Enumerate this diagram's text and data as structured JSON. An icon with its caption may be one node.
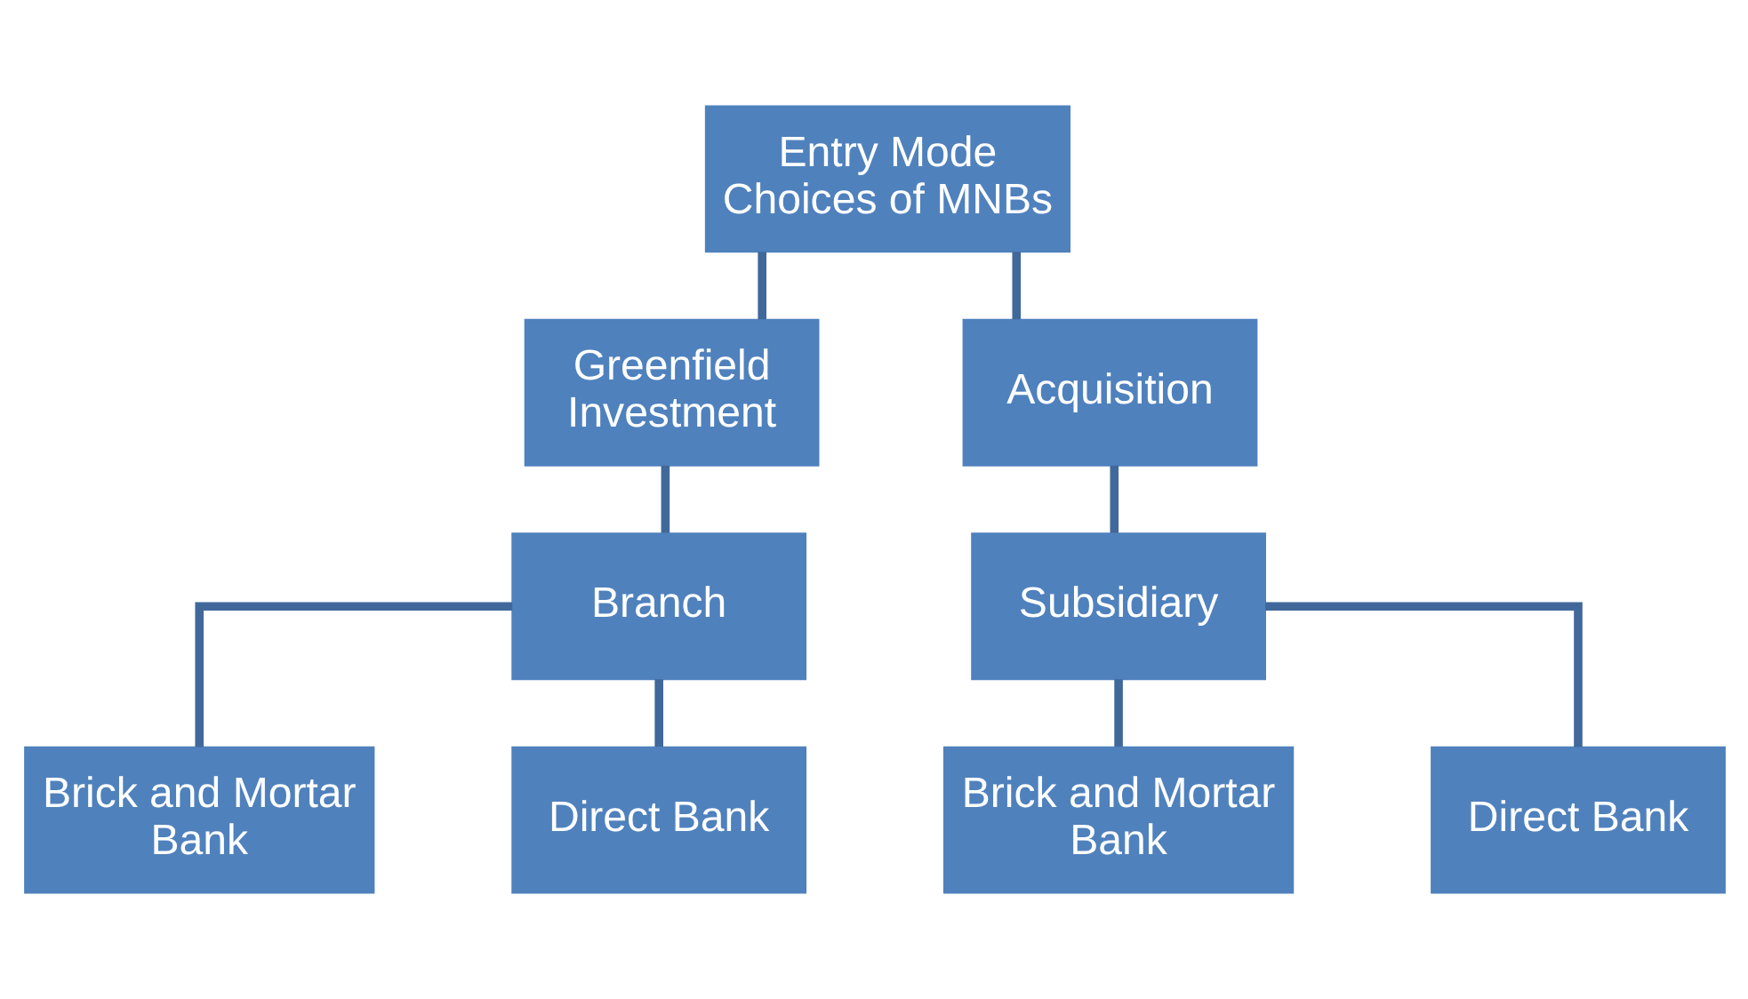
{
  "diagram": {
    "nodes": [
      {
        "text": [
          "Entry Mode Choices of MNBs"
        ]
      },
      {
        "text": [
          "Greenfield Investment"
        ]
      },
      {
        "text": [
          "Acquisition"
        ]
      },
      {
        "text": [
          "Branch"
        ]
      },
      {
        "text": [
          "Subsidiary"
        ]
      },
      {
        "text": [
          "Brick and Mortar Bank"
        ]
      },
      {
        "text": [
          "Direct Bank"
        ]
      },
      {
        "text": [
          "Brick and Mortar Bank"
        ]
      },
      {
        "text": [
          "Direct Bank"
        ]
      }
    ],
    "edges": [
      {
        "from": 0,
        "to": 1,
        "arrow": "none"
      },
      {
        "from": 0,
        "to": 2,
        "arrow": "none"
      },
      {
        "from": 1,
        "to": 3,
        "arrow": "none"
      },
      {
        "from": 2,
        "to": 4,
        "arrow": "none"
      },
      {
        "from": 3,
        "to": 5,
        "arrow": "none"
      },
      {
        "from": 3,
        "to": 6,
        "arrow": "none"
      },
      {
        "from": 4,
        "to": 7,
        "arrow": "none"
      },
      {
        "from": 4,
        "to": 8,
        "arrow": "none"
      }
    ]
  }
}
